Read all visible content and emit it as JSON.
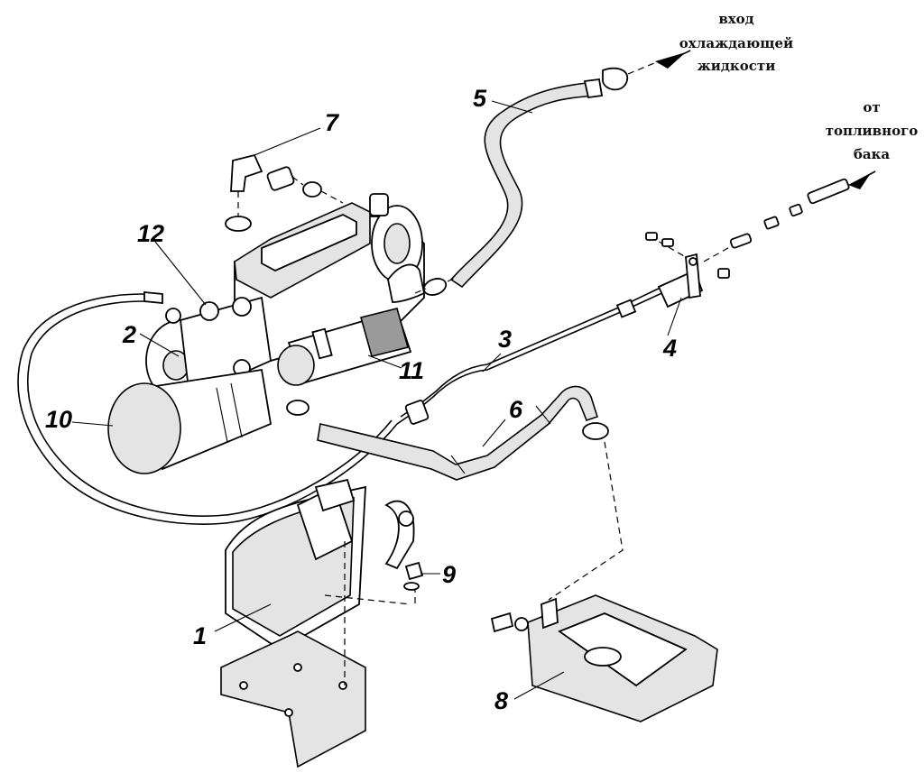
{
  "annotations": {
    "coolant_inlet": [
      "вход",
      "охлаждающей",
      "жидкости"
    ],
    "from_fuel_tank": [
      "от",
      "топливного",
      "бака"
    ]
  },
  "callouts": [
    "1",
    "2",
    "3",
    "4",
    "5",
    "6",
    "7",
    "8",
    "9",
    "10",
    "11",
    "12"
  ]
}
